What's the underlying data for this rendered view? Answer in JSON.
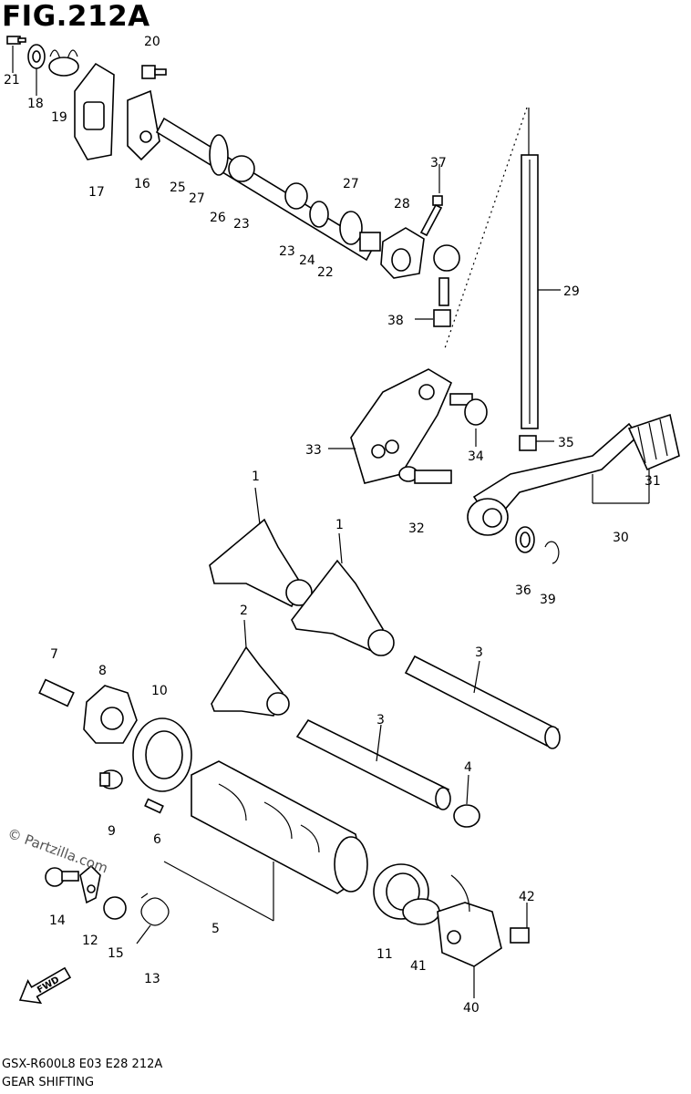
{
  "figure_title": "FIG.212A",
  "copyright": "© Partzilla.com",
  "fwd_label": "FWD",
  "footer": {
    "model_line": "GSX-R600L8  E03  E28  212A",
    "section": "GEAR SHIFTING"
  },
  "callouts": [
    "1",
    "1",
    "2",
    "3",
    "3",
    "4",
    "5",
    "6",
    "7",
    "8",
    "9",
    "10",
    "11",
    "12",
    "13",
    "14",
    "15",
    "16",
    "17",
    "18",
    "19",
    "20",
    "21",
    "22",
    "23",
    "23",
    "24",
    "25",
    "26",
    "27",
    "27",
    "28",
    "29",
    "30",
    "31",
    "32",
    "33",
    "34",
    "35",
    "36",
    "37",
    "38",
    "39",
    "40",
    "41",
    "42"
  ]
}
